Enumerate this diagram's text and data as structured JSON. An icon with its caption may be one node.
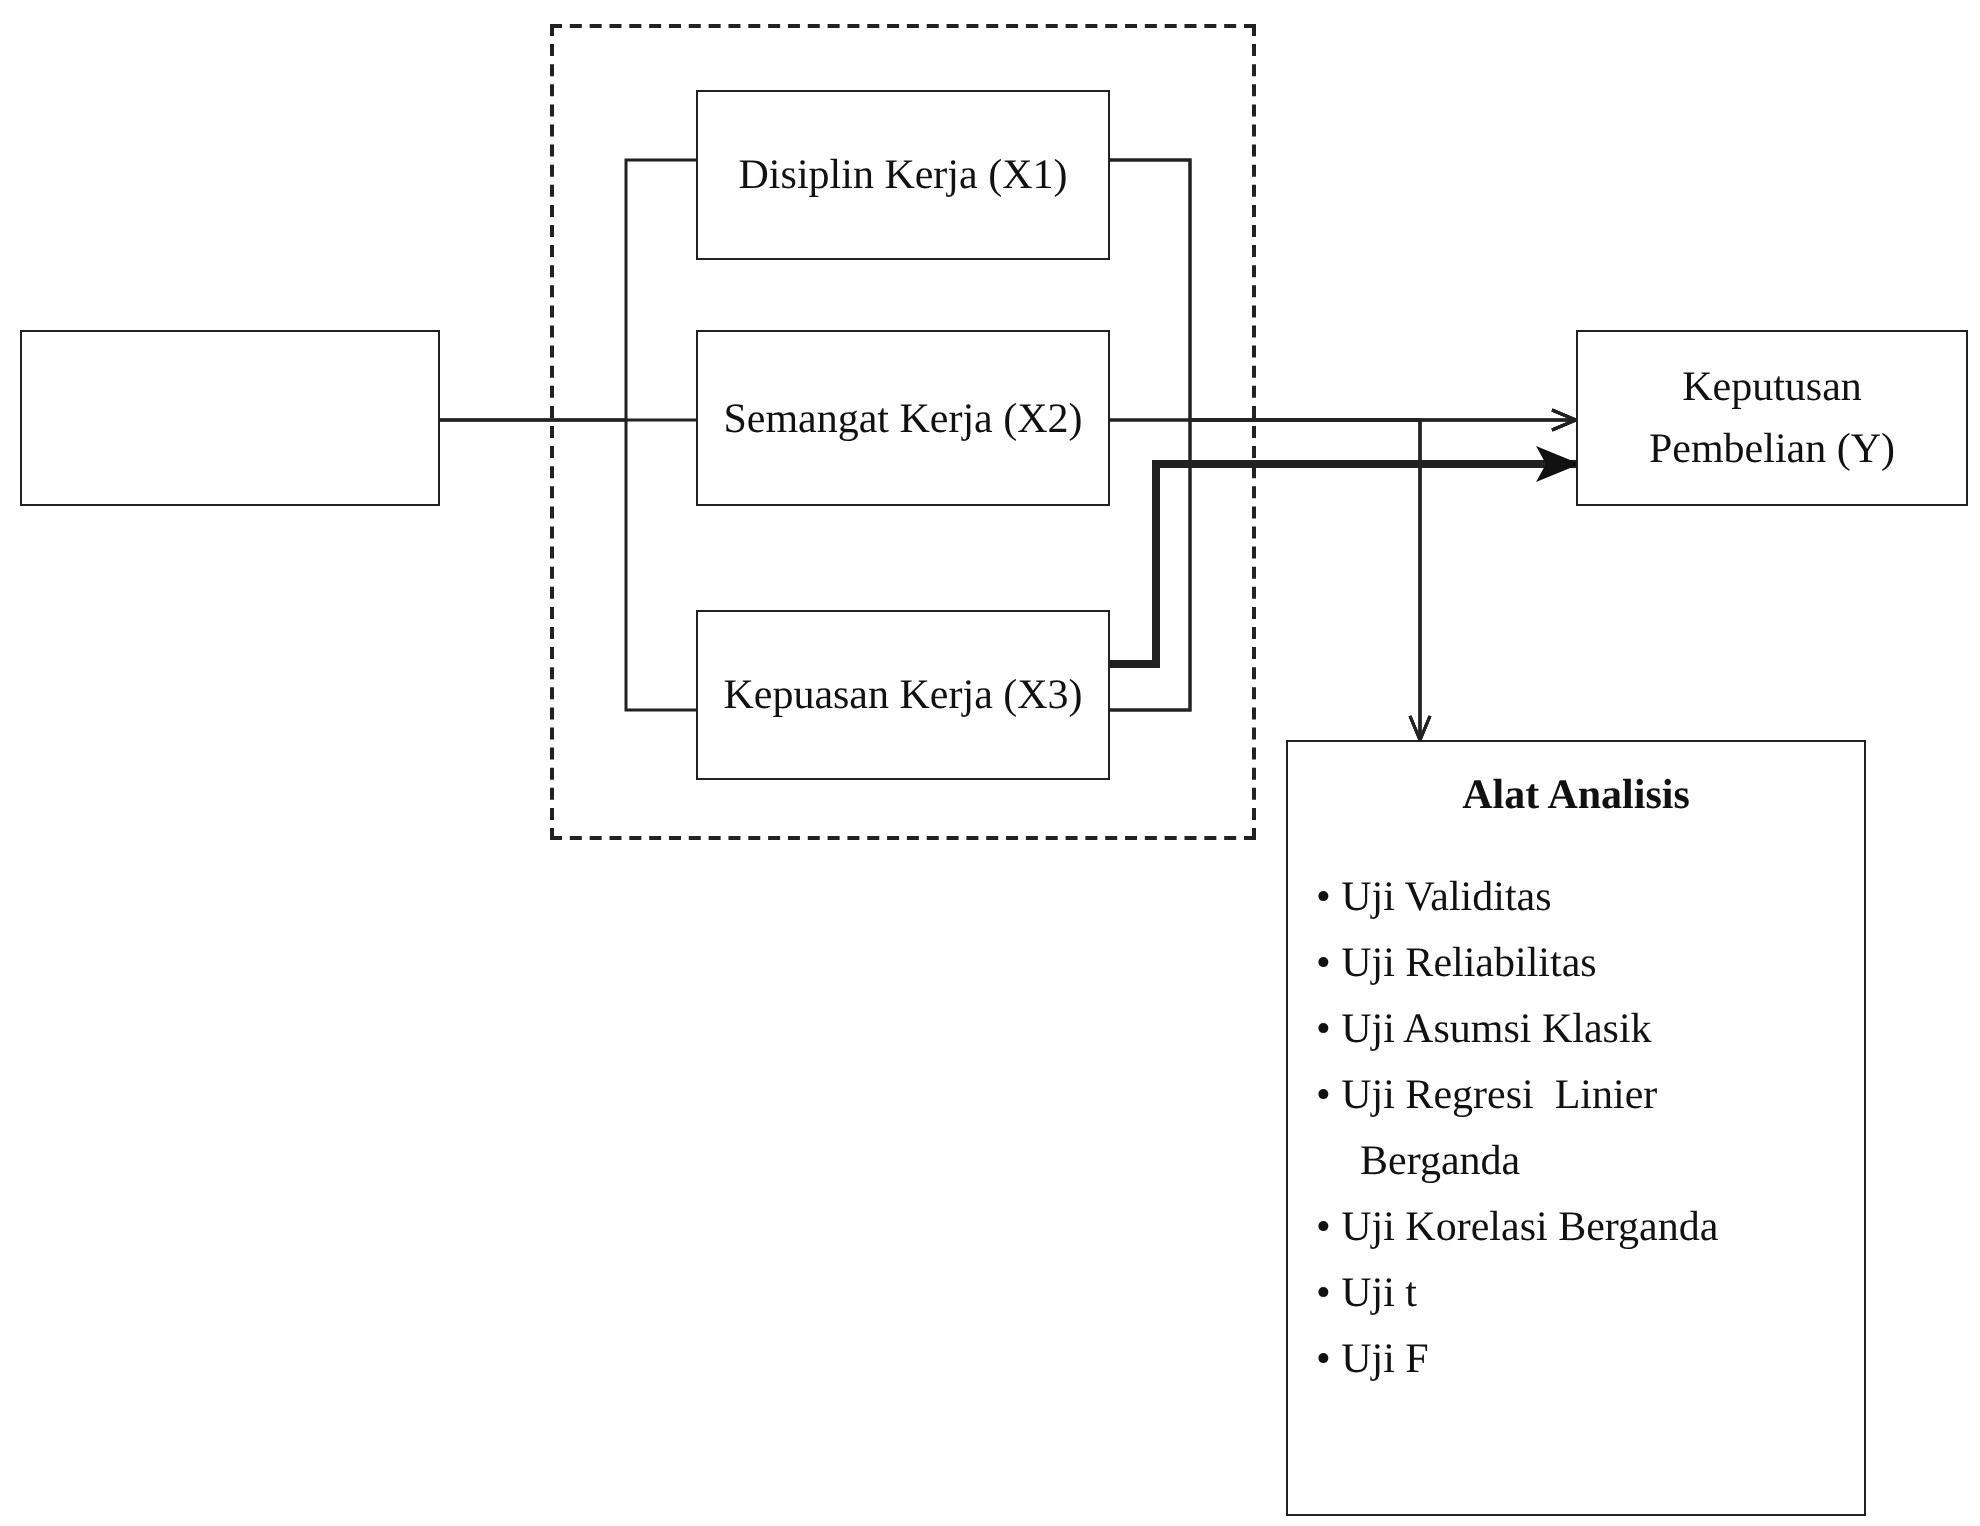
{
  "diagram": {
    "nodes": [
      {
        "text": [],
        "shape": "box"
      },
      {
        "text": [
          "Disiplin Kerja (X1)"
        ],
        "in": 0
      },
      {
        "text": [
          "Semangat  Kerja (X2)"
        ],
        "in": 0
      },
      {
        "text": [
          "Kepuasan Kerja (X3)"
        ],
        "in": 0
      },
      {
        "text": [],
        "shape": "box"
      },
      {
        "text": [
          "Keputusan Pembelian  (Y)"
        ]
      },
      {
        "text": [
          "Alat Analisis",
          "• Uji Validitas",
          "• Uji Reliabilitas",
          "• Uji Asumsi Klasik",
          "• Uji Regresi  Linier Berganda",
          "• Uji Korelasi Berganda",
          "• Uji t",
          "• Uji F"
        ]
      }
    ],
    "edges": [
      {
        "from": 4,
        "to": 2,
        "arrow": "none"
      },
      {
        "from": 4,
        "to": 1,
        "arrow": "none"
      },
      {
        "from": 4,
        "to": 3,
        "arrow": "none"
      },
      {
        "from": 1,
        "to": 5,
        "arrow": "to"
      },
      {
        "from": 2,
        "to": 5,
        "arrow": "to"
      },
      {
        "from": 3,
        "to": 5,
        "arrow": "to"
      },
      {
        "from": 1,
        "to": 6,
        "arrow": "to"
      },
      {
        "from": 2,
        "to": 6,
        "arrow": "to"
      },
      {
        "from": 3,
        "to": 6,
        "arrow": "to"
      },
      {
        "from": 3,
        "to": 5,
        "arrow": "to",
        "style": "thick"
      }
    ]
  }
}
